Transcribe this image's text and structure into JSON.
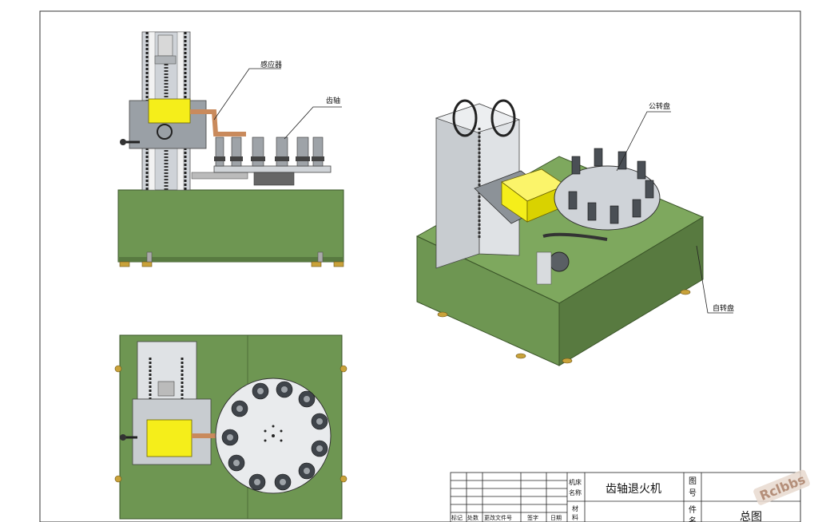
{
  "callouts": {
    "sensor": "感应器",
    "gear_shaft": "齿轴",
    "revolving_disk": "公转盘",
    "rotating_disk": "自转盘"
  },
  "title_block": {
    "machine_name_label_1": "机床",
    "machine_name_label_2": "名称",
    "machine_name": "齿轴退火机",
    "drawing_no_label_1": "图",
    "drawing_no_label_2": "号",
    "material_label_1": "材",
    "material_label_2": "料",
    "part_label_1": "件",
    "part_label_2": "名",
    "part_name": "总图",
    "rev_headers": [
      "标记",
      "处数",
      "更改文件号",
      "签字",
      "日期"
    ]
  },
  "watermark": "Rclbbs",
  "colors": {
    "base_green": "#6e9652",
    "base_green_dark": "#587a40",
    "yellow_box": "#f5ee1a",
    "copper": "#c98a5c",
    "steel": "#c8ccd0"
  }
}
